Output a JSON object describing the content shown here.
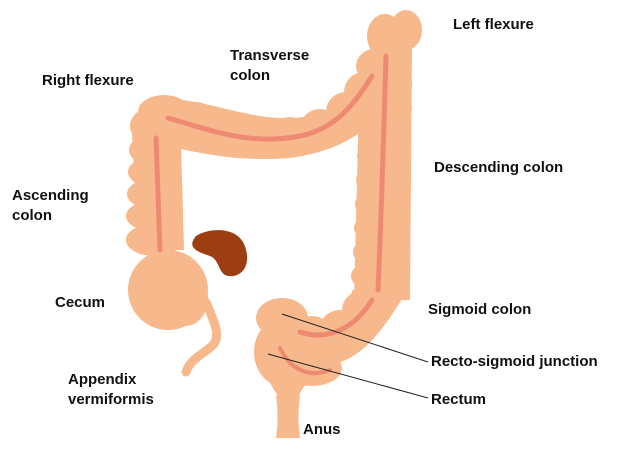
{
  "colors": {
    "colon": "#f7b88c",
    "colon_dark": "#f39d77",
    "lumen": "#ee8a72",
    "organ": "#9c3d12",
    "leader": "#222222",
    "text": "#111111"
  },
  "labels": {
    "left_flexure": "Left flexure",
    "transverse_colon": [
      "Transverse",
      "colon"
    ],
    "right_flexure": "Right flexure",
    "descending_colon": "Descending colon",
    "ascending_colon": [
      "Ascending",
      "colon"
    ],
    "cecum": "Cecum",
    "sigmoid_colon": "Sigmoid colon",
    "recto_sigmoid_junction": "Recto-sigmoid junction",
    "rectum": "Rectum",
    "appendix_vermiformis": [
      "Appendix",
      "vermiformis"
    ],
    "anus": "Anus"
  }
}
